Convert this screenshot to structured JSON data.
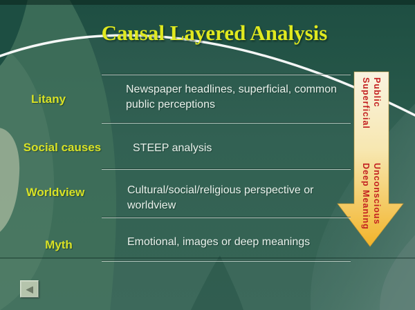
{
  "slide_title": "Causal Layered Analysis",
  "layers": [
    {
      "label": "Litany",
      "description": "Newspaper headlines, superficial, common public perceptions"
    },
    {
      "label": "Social causes",
      "description": "STEEP analysis"
    },
    {
      "label": "Worldview",
      "description": "Cultural/social/religious perspective or worldview"
    },
    {
      "label": "Myth",
      "description": "Emotional, images or deep meanings"
    }
  ],
  "arrow": {
    "direction": "down",
    "top_line1": "Public",
    "top_line2": "Superficial",
    "bottom_line1": "Unconscious",
    "bottom_line2": "Deep Meaning",
    "text_color": "#c32020",
    "gradient_top": "#f9f3e0",
    "gradient_bottom": "#f2b42a"
  },
  "nav": {
    "back_icon_glyph": "◀"
  },
  "colors": {
    "background_green": "#2a5b4c",
    "title_yellow": "#e0e91f",
    "layer_label_yellow": "#d8e126",
    "body_text": "#eaf2ec",
    "arc_white": "#ffffff",
    "back_button_bg": "#b5c4ac"
  }
}
